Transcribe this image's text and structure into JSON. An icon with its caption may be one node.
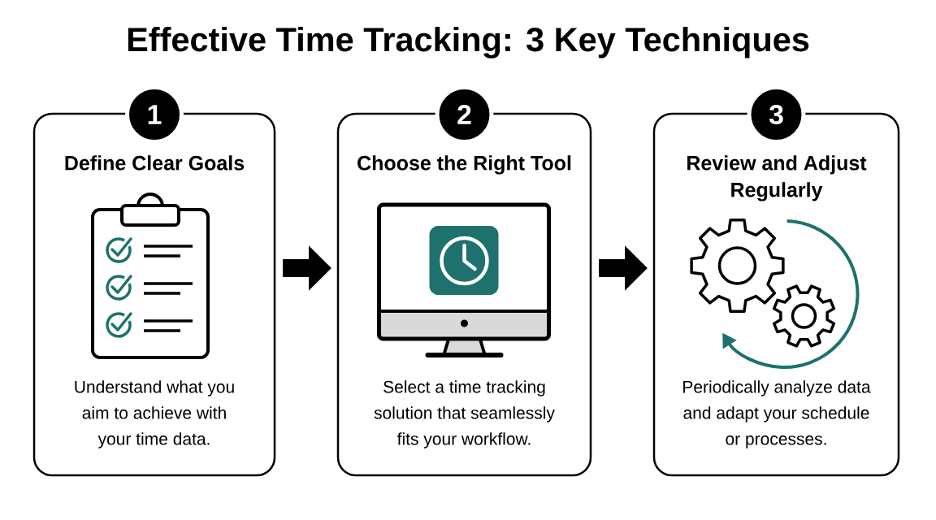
{
  "diagram": {
    "title": "Effective Time Tracking: 3 Key Techniques",
    "nodes": [
      {
        "text": [
          "1"
        ]
      },
      {
        "text": [
          "Define Clear Goals",
          "Understand what you aim to achieve with your time data."
        ]
      },
      {
        "text": [
          "2"
        ]
      },
      {
        "text": [
          "Choose the Right Tool",
          "Select a time tracking solution that seamlessly fits your workflow."
        ]
      },
      {
        "text": [
          "3"
        ]
      },
      {
        "text": [
          "Review and Adjust Regularly",
          "Periodically analyze data and adapt your schedule or processes."
        ]
      }
    ],
    "edges": [
      {
        "from": 1,
        "to": 3,
        "arrow": "to"
      },
      {
        "from": 3,
        "to": 5,
        "arrow": "to"
      }
    ]
  }
}
